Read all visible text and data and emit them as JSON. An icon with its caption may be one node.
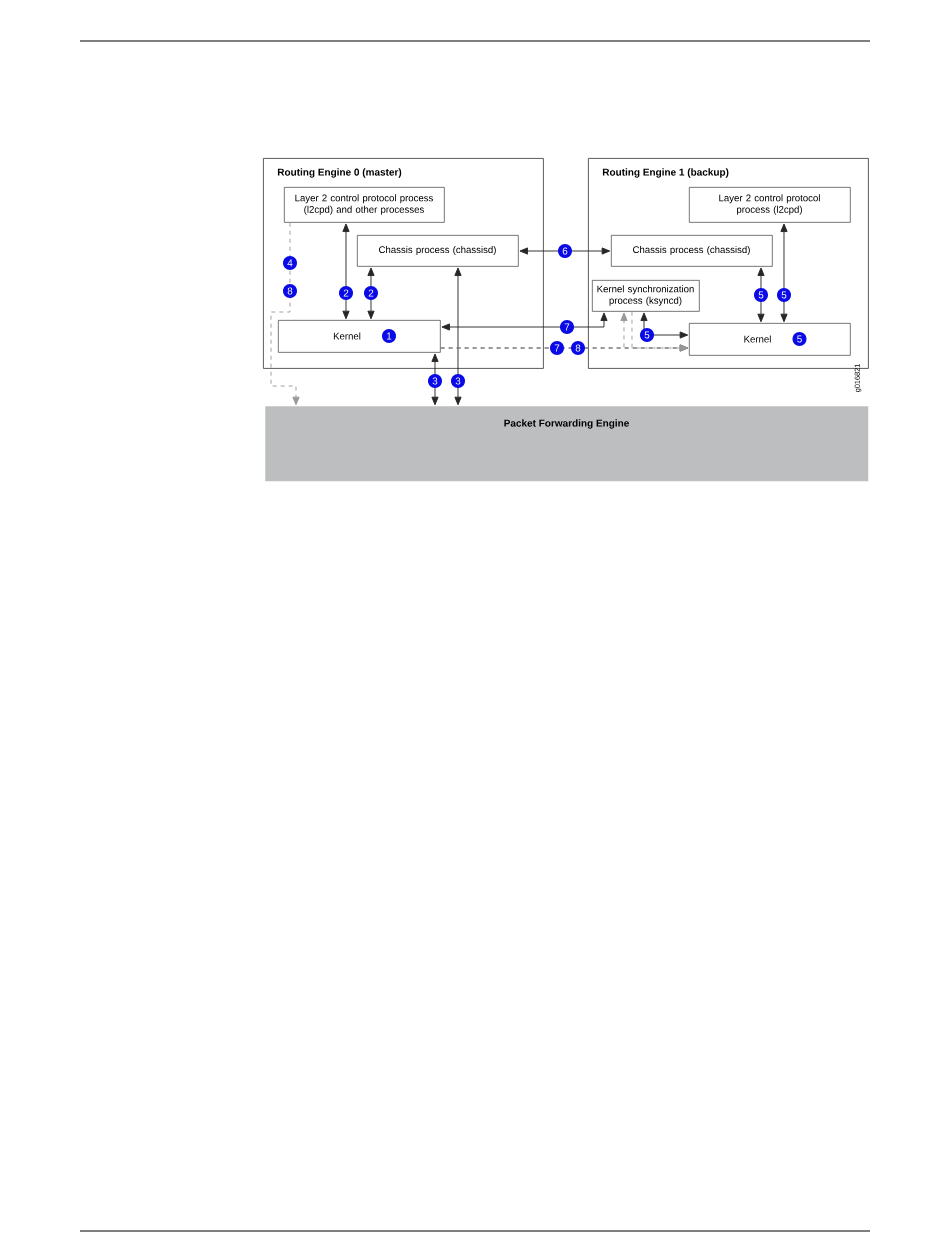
{
  "diagram": {
    "nodes": [
      {
        "text": [
          "Routing Engine 0 (master)"
        ]
      },
      {
        "text": [
          "Layer 2 control protocol process (l2cpd) and other processes"
        ],
        "in": 0
      },
      {
        "text": [
          "Chassis process (chassisd)"
        ],
        "in": 0
      },
      {
        "text": [
          "Kernel",
          "1"
        ],
        "in": 0
      },
      {
        "text": [
          "Routing Engine 1 (backup)"
        ]
      },
      {
        "text": [
          "Layer 2 control protocol process (l2cpd)"
        ],
        "in": 4
      },
      {
        "text": [
          "Chassis process (chassisd)"
        ],
        "in": 4
      },
      {
        "text": [
          "Kernel synchronization process (ksyncd)"
        ],
        "in": 4
      },
      {
        "text": [
          "Kernel",
          "5"
        ],
        "in": 4
      },
      {
        "text": [
          "Packet Forwarding Engine"
        ]
      }
    ],
    "edges": [
      {
        "from": 1,
        "to": 9,
        "arrow": "to",
        "label": "4",
        "style": "dashed",
        "color": "#999999"
      },
      {
        "from": 1,
        "to": 3,
        "arrow": "both",
        "label": "2"
      },
      {
        "from": 2,
        "to": 3,
        "arrow": "both",
        "label": "2"
      },
      {
        "from": 3,
        "to": 9,
        "arrow": "both",
        "label": "3"
      },
      {
        "from": 2,
        "to": 9,
        "arrow": "both",
        "label": "3"
      },
      {
        "from": 2,
        "to": 6,
        "arrow": "both",
        "label": "6"
      },
      {
        "from": 3,
        "to": 7,
        "arrow": "both",
        "label": "7"
      },
      {
        "from": 3,
        "to": 8,
        "arrow": "to",
        "label": "7",
        "style": "dashed"
      },
      {
        "from": 7,
        "to": 8,
        "arrow": "both",
        "label": "5"
      },
      {
        "from": 6,
        "to": 8,
        "arrow": "both",
        "label": "5"
      },
      {
        "from": 5,
        "to": 8,
        "arrow": "both",
        "label": "5"
      },
      {
        "from": 3,
        "to": 7,
        "arrow": "to",
        "style": "dashed",
        "color": "#999999"
      },
      {
        "from": 7,
        "to": 8,
        "arrow": "to",
        "style": "dashed",
        "color": "#999999"
      }
    ],
    "labels": [
      "8",
      "8",
      "g016821"
    ]
  }
}
